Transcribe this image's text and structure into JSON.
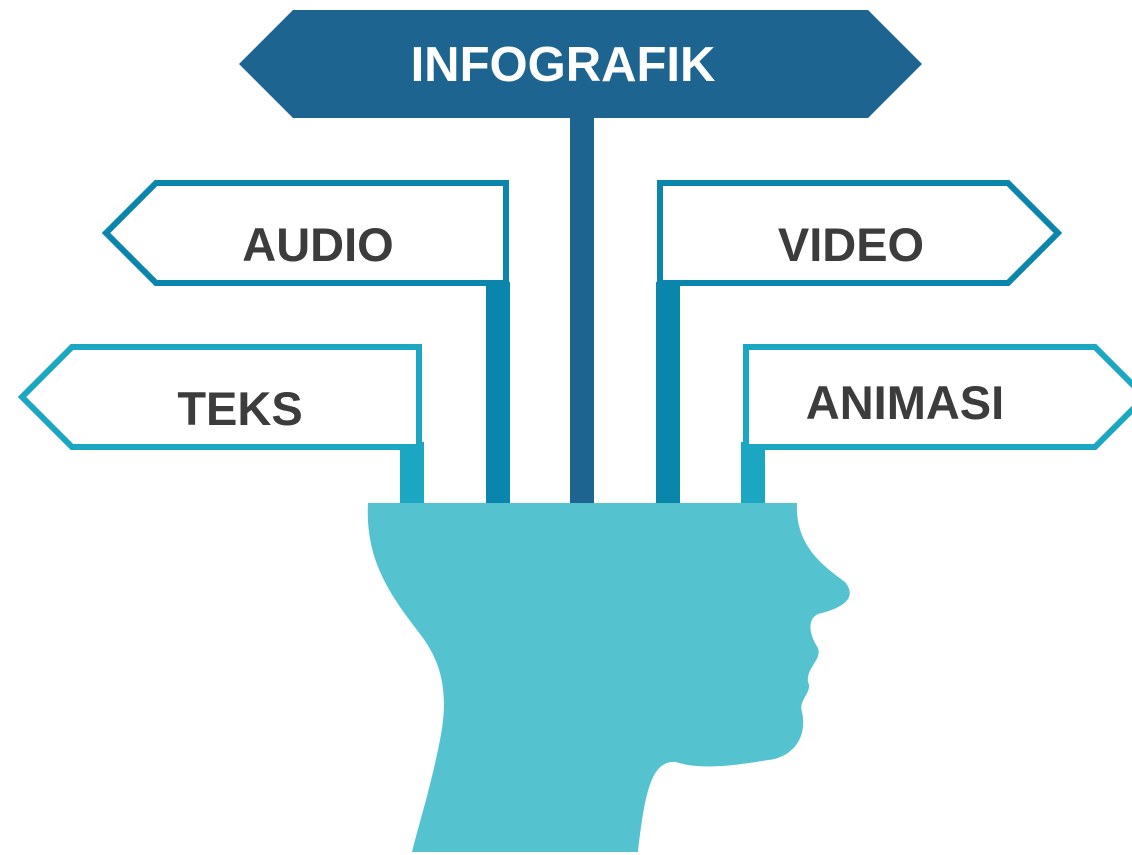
{
  "title_sign": {
    "label": "INFOGRAFIK"
  },
  "signs": {
    "audio": {
      "label": "AUDIO"
    },
    "video": {
      "label": "VIDEO"
    },
    "teks": {
      "label": "TEKS"
    },
    "animasi": {
      "label": "ANIMASI"
    }
  },
  "colors": {
    "title_fill": "#1e6490",
    "title_text": "#ffffff",
    "inner_post": "#0a86ad",
    "outer_post": "#1ba6c1",
    "center_post": "#1e6490",
    "sign_fill": "#ffffff",
    "sign_text": "#3c3c3c",
    "head": "#54c3cf"
  }
}
